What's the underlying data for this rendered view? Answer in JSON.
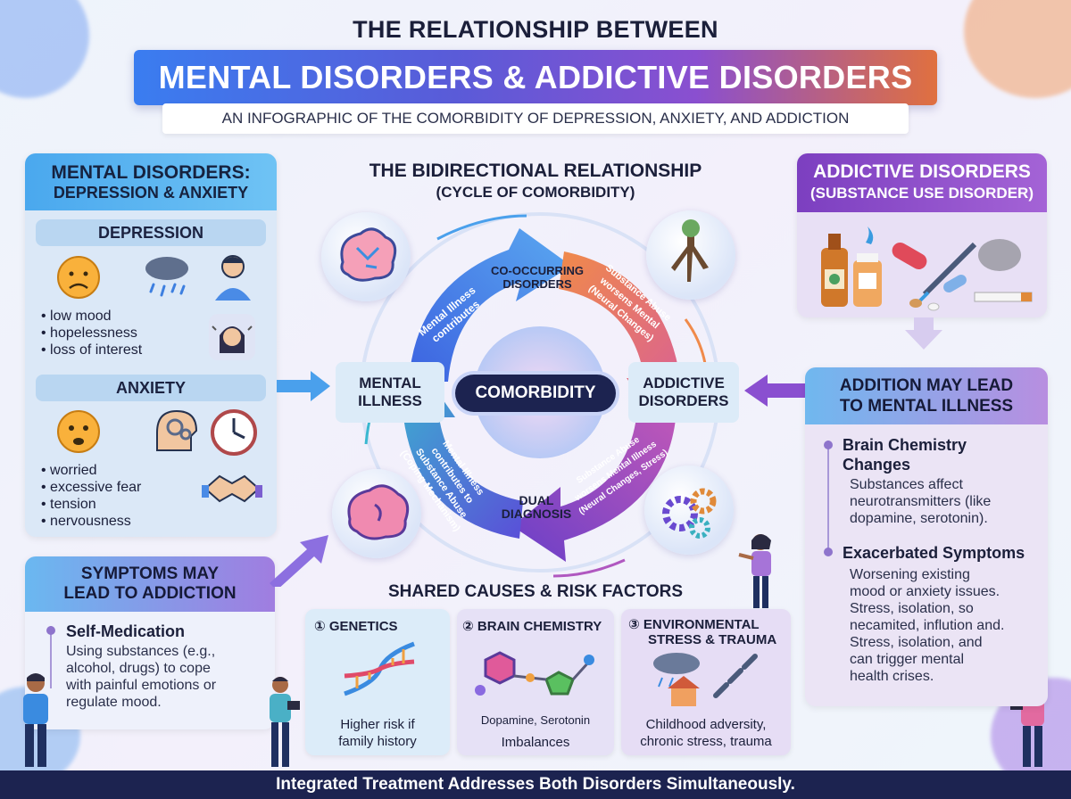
{
  "header": {
    "kicker": "THE RELATIONSHIP BETWEEN",
    "title": "MENTAL DISORDERS & ADDICTIVE DISORDERS",
    "subtitle": "AN INFOGRAPHIC OF THE COMORBIDITY OF DEPRESSION, ANXIETY, AND ADDICTION"
  },
  "left": {
    "title_line1": "MENTAL DISORDERS:",
    "title_line2": "DEPRESSION & ANXIETY",
    "depression": {
      "label": "DEPRESSION",
      "items": [
        "low mood",
        "hopelessness",
        "loss of interest"
      ]
    },
    "anxiety": {
      "label": "ANXIETY",
      "items": [
        "worried",
        "excessive fear",
        "tension",
        "nervousness"
      ]
    }
  },
  "symptoms": {
    "title_line1": "SYMPTOMS MAY",
    "title_line2": "LEAD TO ADDICTION",
    "head": "Self-Medication",
    "body": [
      "Using substances (e.g.,",
      "alcohol, drugs) to cope",
      "with painful emotions or",
      "regulate mood."
    ]
  },
  "center": {
    "title": "THE BIDIRECTIONAL RELATIONSHIP",
    "subtitle": "(CYCLE OF COMORBIDITY)",
    "co_occurring": [
      "CO-OCCURRING",
      "DISORDERS"
    ],
    "mental_illness": [
      "MENTAL",
      "ILLNESS"
    ],
    "addictive_disorders": [
      "ADDICTIVE",
      "DISORDERS"
    ],
    "comorbidity": "COMORBIDITY",
    "dual_diagnosis": [
      "DUAL",
      "DIAGNOSIS"
    ],
    "arc_top_left": [
      "Mental Illness",
      "contributes"
    ],
    "arc_top_right": [
      "Substance Abuse",
      "worsens Mental",
      "(Neural Changes)"
    ],
    "arc_bottom_left": [
      "Mental Illness",
      "contributes to",
      "Substance Abuse",
      "(Coping Mechanism)"
    ],
    "arc_bottom_right": [
      "Substance Abuse",
      "worsens Mental Illness",
      "(Neural Changes, Stress)"
    ]
  },
  "right_top": {
    "title_line1": "ADDICTIVE DISORDERS",
    "title_line2": "(SUBSTANCE USE DISORDER)"
  },
  "right_bottom": {
    "title_line1": "ADDITION MAY LEAD",
    "title_line2": "TO MENTAL ILLNESS",
    "s1_head": [
      "Brain Chemistry",
      "Changes"
    ],
    "s1_body": [
      "Substances affect",
      "neurotransmitters (like",
      "dopamine, serotonin)."
    ],
    "s2_head": "Exacerbated Symptoms",
    "s2_body": [
      "Worsening existing",
      "mood or anxiety issues.",
      "Stress, isolation, so",
      "necamited, inflution and.",
      "Stress, isolation, and",
      "can trigger mental",
      "health crises."
    ]
  },
  "shared": {
    "title": "SHARED CAUSES & RISK FACTORS",
    "c1": {
      "title": "① GENETICS",
      "foot": [
        "Higher risk if",
        "family history"
      ]
    },
    "c2": {
      "title": "② BRAIN CHEMISTRY",
      "mid": "Dopamine,  Serotonin",
      "foot": "Imbalances"
    },
    "c3": {
      "title_l1": "③ ENVIRONMENTAL",
      "title_l2": "STRESS & TRAUMA",
      "foot": [
        "Childhood adversity,",
        "chronic stress, trauma"
      ]
    }
  },
  "footer": "Integrated Treatment Addresses Both Disorders Simultaneously.",
  "colors": {
    "navy": "#1c2350",
    "blue": "#3a7df0",
    "purple": "#7c3fc0",
    "orange": "#e0703f"
  }
}
